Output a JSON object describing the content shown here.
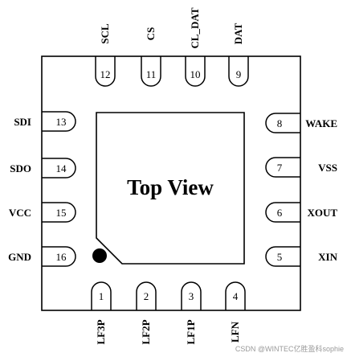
{
  "diagram": {
    "center_label": "Top View",
    "pins": {
      "top": [
        {
          "num": "12",
          "name": "SCL"
        },
        {
          "num": "11",
          "name": "CS"
        },
        {
          "num": "10",
          "name": "CL_DAT"
        },
        {
          "num": "9",
          "name": "DAT"
        }
      ],
      "right": [
        {
          "num": "8",
          "name": "WAKE"
        },
        {
          "num": "7",
          "name": "VSS"
        },
        {
          "num": "6",
          "name": "XOUT"
        },
        {
          "num": "5",
          "name": "XIN"
        }
      ],
      "bottom": [
        {
          "num": "1",
          "name": "LF3P"
        },
        {
          "num": "2",
          "name": "LF2P"
        },
        {
          "num": "3",
          "name": "LF1P"
        },
        {
          "num": "4",
          "name": "LFN"
        }
      ],
      "left": [
        {
          "num": "13",
          "name": "SDI"
        },
        {
          "num": "14",
          "name": "SDO"
        },
        {
          "num": "15",
          "name": "VCC"
        },
        {
          "num": "16",
          "name": "GND"
        }
      ]
    },
    "watermark": "CSDN @WINTEC亿胜盈科sophie"
  }
}
